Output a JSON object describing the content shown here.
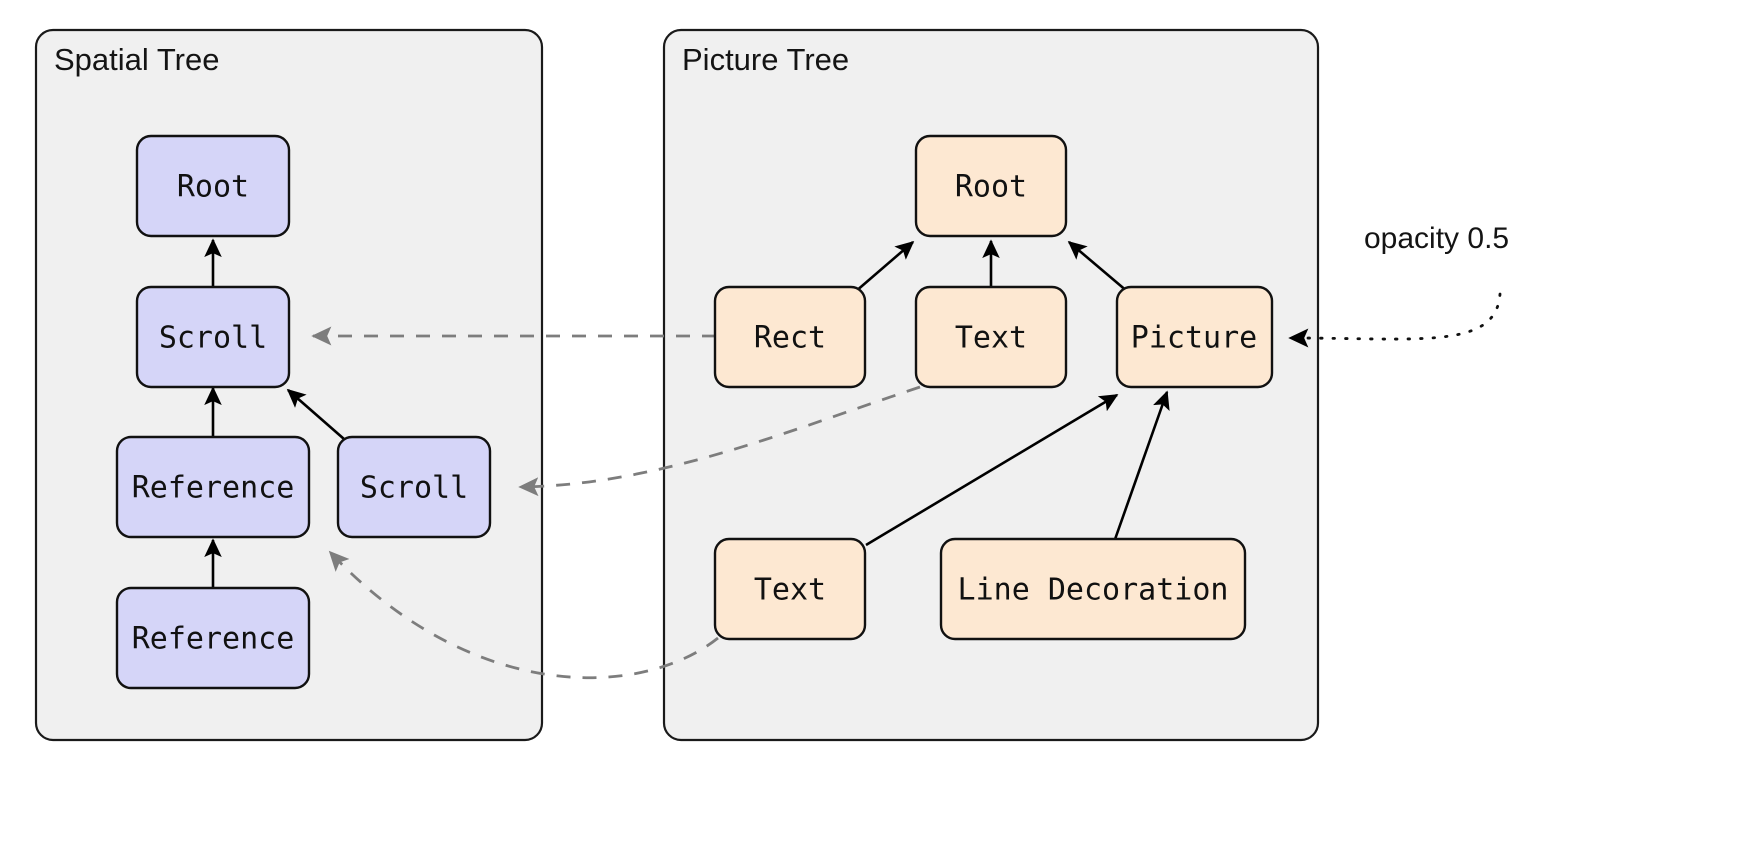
{
  "diagram": {
    "title_hidden": "",
    "panels": [
      {
        "id": "spatial-tree",
        "label": "Spatial Tree",
        "node_fill": "#d5d5f8",
        "nodes": [
          {
            "id": "sp-root",
            "label": "Root"
          },
          {
            "id": "sp-scroll1",
            "label": "Scroll"
          },
          {
            "id": "sp-ref1",
            "label": "Reference"
          },
          {
            "id": "sp-scroll2",
            "label": "Scroll"
          },
          {
            "id": "sp-ref2",
            "label": "Reference"
          }
        ]
      },
      {
        "id": "picture-tree",
        "label": "Picture Tree",
        "node_fill": "#fde8d2",
        "nodes": [
          {
            "id": "pt-root",
            "label": "Root"
          },
          {
            "id": "pt-rect",
            "label": "Rect"
          },
          {
            "id": "pt-text1",
            "label": "Text"
          },
          {
            "id": "pt-picture",
            "label": "Picture"
          },
          {
            "id": "pt-text2",
            "label": "Text"
          },
          {
            "id": "pt-linedec",
            "label": "Line Decoration"
          }
        ]
      }
    ],
    "annotations": [
      {
        "id": "opacity-note",
        "label": "opacity 0.5"
      }
    ],
    "edges": {
      "solid_note": "parent links (black arrows)",
      "dashed_note": "spatial node references (gray dashed arrows)",
      "dotted_note": "opacity annotation (black dotted arrow)"
    },
    "colors": {
      "panel_background": "#f0f0f0",
      "panel_border": "#1a1a1a",
      "spatial_node_fill": "#d5d5f8",
      "picture_node_fill": "#fde8d2",
      "node_border": "#111111",
      "solid_edge": "#000000",
      "dashed_edge": "#7d7d7d",
      "page_background": "#ffffff"
    }
  }
}
